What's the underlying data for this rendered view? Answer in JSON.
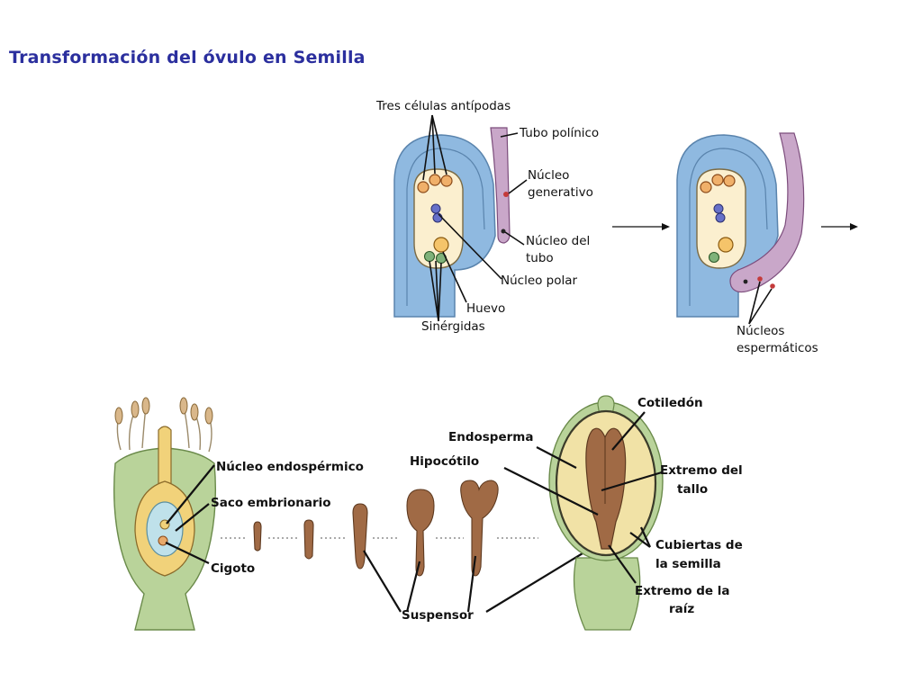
{
  "title": "Transformación del óvulo en Semilla",
  "top_left_labels": {
    "antipodas": "Tres células antípodas",
    "tubo_polinico": "Tubo polínico",
    "nucleo_generativo_1": "Núcleo",
    "nucleo_generativo_2": "generativo",
    "nucleo_tubo_1": "Núcleo del",
    "nucleo_tubo_2": "tubo",
    "nucleo_polar": "Núcleo polar",
    "huevo": "Huevo",
    "sinergidas": "Sinérgidas"
  },
  "top_right_labels": {
    "nucleos_espermaticos_1": "Núcleos",
    "nucleos_espermaticos_2": "espermáticos"
  },
  "bottom_labels": {
    "nucleo_endospermico": "Núcleo endospérmico",
    "saco_embrionario": "Saco embrionario",
    "cigoto": "Cigoto",
    "endosperma": "Endosperma",
    "hipocotilo": "Hipocótilo",
    "suspensor": "Suspensor",
    "cotiledon": "Cotiledón",
    "extremo_tallo_1": "Extremo del",
    "extremo_tallo_2": "tallo",
    "cubiertas_1": "Cubiertas de",
    "cubiertas_2": "la semilla",
    "extremo_raiz_1": "Extremo de la",
    "extremo_raiz_2": "raíz"
  },
  "colors": {
    "title": "#2b2f9e",
    "integument_blue": "#8fb9e0",
    "sac_cream": "#fbefcf",
    "pollen_tube": "#c9a7c9",
    "tissue_green": "#b9d39a",
    "embryo_brown": "#a06a45",
    "seed_yellow": "#f1e2a6"
  }
}
